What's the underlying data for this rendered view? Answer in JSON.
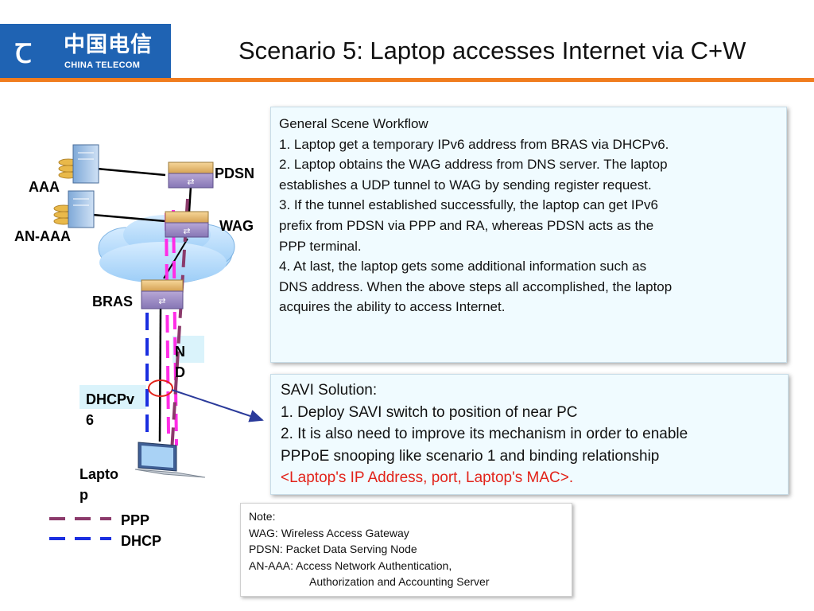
{
  "header": {
    "logo_cn": "中国电信",
    "logo_en": "CHINA TELECOM",
    "title": "Scenario 5: Laptop accesses Internet via C+W"
  },
  "colors": {
    "brand_blue": "#1f63b3",
    "accent_orange": "#f07c1e",
    "ppp_line": "#8b3a6b",
    "dhcp_line": "#1a2ee0",
    "magenta_tunnel": "#ff2ce6",
    "highlight_red": "#e2231a"
  },
  "diagram": {
    "labels": {
      "aaa": "AAA",
      "an_aaa": "AN-AAA",
      "pdsn": "PDSN",
      "wag": "WAG",
      "bras": "BRAS",
      "nd_1": "N",
      "nd_2": "D",
      "dhcpv6_1": "DHCPv",
      "dhcpv6_2": "6",
      "laptop_1": "Lapto",
      "laptop_2": "p"
    },
    "legend": {
      "ppp": "PPP",
      "dhcp": "DHCP"
    }
  },
  "workflow": {
    "lines": [
      "General Scene Workflow",
      "1. Laptop get a temporary IPv6 address from BRAS via DHCPv6.",
      "2. Laptop obtains the WAG address from DNS server. The laptop",
      "establishes a UDP   tunnel to WAG by sending register request.",
      "3. If the tunnel established successfully, the laptop can get IPv6",
      "prefix from PDSN via PPP and RA, whereas PDSN acts as the",
      "PPP terminal.",
      "4. At last, the laptop gets some additional information such as",
      "DNS address. When the above steps all accomplished, the laptop",
      "acquires the ability to access Internet."
    ]
  },
  "savi": {
    "lines": [
      "SAVI Solution:",
      "1. Deploy SAVI switch to position of near PC",
      "2. It is also need to improve its mechanism in order to enable",
      "PPPoE snooping like scenario 1 and binding relationship"
    ],
    "highlight": "<Laptop's IP Address, port, Laptop's MAC>."
  },
  "note": {
    "lines": [
      "Note:",
      "WAG: Wireless Access Gateway",
      "PDSN: Packet Data Serving Node",
      "AN-AAA: Access Network Authentication,"
    ],
    "continuation": "Authorization and Accounting Server"
  }
}
